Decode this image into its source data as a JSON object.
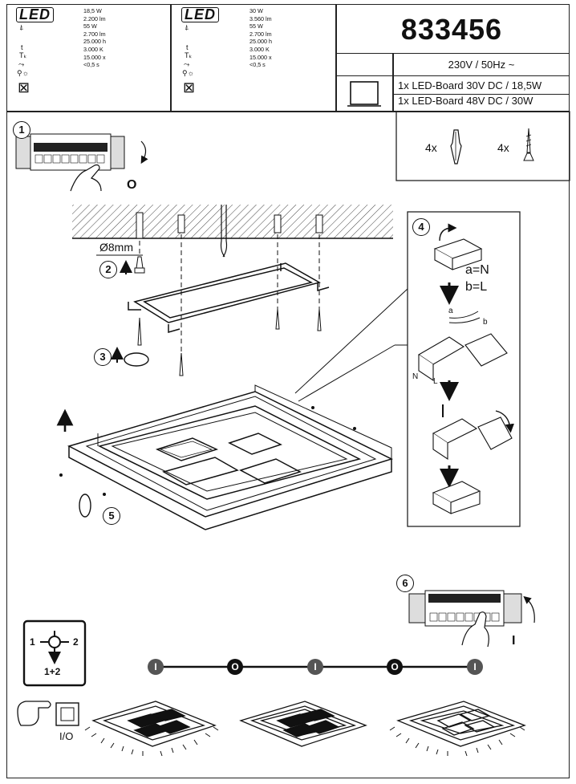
{
  "spec_left": {
    "logo_text": "LED",
    "values": [
      "18,5 W",
      "2.200 lm",
      "55 W",
      "2.700 lm",
      "25.000 h",
      "3.000 K",
      "15.000 x",
      "<0,5 s"
    ]
  },
  "spec_right": {
    "logo_text": "LED",
    "values": [
      "30 W",
      "3.560 lm",
      "55 W",
      "2.700 lm",
      "25.000 h",
      "3.000 K",
      "15.000 x",
      "<0,5 s"
    ]
  },
  "spec_icon_labels": [
    "t",
    "Tₖ"
  ],
  "article_number": "833456",
  "voltage": "230V / 50Hz ~",
  "boards": [
    "1x LED-Board 30V DC / 18,5W",
    "1x LED-Board 48V DC / 30W"
  ],
  "parts": [
    {
      "qty": "4x",
      "name": "wall-plug"
    },
    {
      "qty": "4x",
      "name": "screw"
    }
  ],
  "steps": [
    "1",
    "2",
    "3",
    "4",
    "5",
    "6"
  ],
  "step1_off_label": "O",
  "drill_label": "Ø8mm",
  "wiring": {
    "a": "a=N",
    "b": "b=L",
    "wire_a": "a",
    "wire_b": "b",
    "n": "N",
    "l": "L"
  },
  "step6_on_label": "I",
  "mode_box": {
    "left": "1",
    "right": "2",
    "bottom": "1+2"
  },
  "switch_label": "I/O",
  "switch_sequence": [
    "I",
    "O",
    "I",
    "O",
    "I"
  ],
  "colors": {
    "ink": "#111111",
    "hatch": "#444444"
  }
}
